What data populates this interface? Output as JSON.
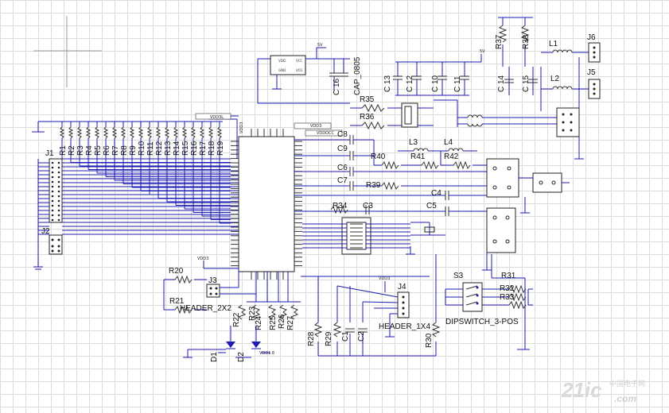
{
  "schematic": {
    "net_labels": {
      "vdd5": "5V",
      "vdd5_b": "5V",
      "vddl": "VDD3L",
      "vdd3": "VDD3",
      "vdd3_b": "VDD3",
      "vddcc": "VDDOCC",
      "vdd_c": "VDD3",
      "vdd_led": "VDD1.8",
      "vddb": "VDD3"
    },
    "component_labels": {
      "J1": "J1",
      "J2": "J2",
      "J3": "J3",
      "J4": "J4",
      "J5": "J5",
      "J6": "J6",
      "R1": "R1",
      "R2": "R2",
      "R3": "R3",
      "R4": "R4",
      "R5": "R5",
      "R6": "R6",
      "R7": "R7",
      "R8": "R8",
      "R9": "R9",
      "R10": "R10",
      "R11": "R11",
      "R12": "R12",
      "R13": "R13",
      "R14": "R14",
      "R15": "R15",
      "R16": "R16",
      "R17": "R17",
      "R18": "R18",
      "R19": "R19",
      "R20": "R20",
      "R21": "R21",
      "R22": "R22",
      "R23": "R23",
      "R24": "R24",
      "R25": "R25",
      "R26": "R26",
      "R27": "R27",
      "R28": "R28",
      "R29": "R29",
      "R30": "R30",
      "R31": "R31",
      "R32": "R32",
      "R33": "R33",
      "R34": "R34",
      "R35": "R35",
      "R36": "R36",
      "R37": "R37",
      "R38": "R38",
      "R39": "R39",
      "R40": "R40",
      "R41": "R41",
      "R42": "R42",
      "C1": "C1",
      "C2": "C2",
      "C3": "C3",
      "C4": "C4",
      "C5": "C5",
      "C6": "C6",
      "C7": "C7",
      "C8": "C8",
      "C9": "C9",
      "C10": "C 10",
      "C11": "C 11",
      "C12": "C 12",
      "C13": "C 13",
      "C14": "C 14",
      "C15": "C 15",
      "C16": "C 16",
      "L1": "L1",
      "L2": "L2",
      "L3": "L3",
      "L4": "L4",
      "D1": "D1",
      "D2": "D2",
      "S3": "S3",
      "cap0805": "CAP_0805",
      "header2x2": "HEADER_2X2",
      "header1x4": "HEADER_1X4",
      "dipswitch": "DIPSWITCH_3-POS"
    },
    "watermark": {
      "main": "21ic",
      "cn": "中国电子网",
      "domain": ".com"
    },
    "colors": {
      "wire": "#1b1bb5",
      "part": "#222222",
      "grid": "#dcdcdc"
    }
  }
}
